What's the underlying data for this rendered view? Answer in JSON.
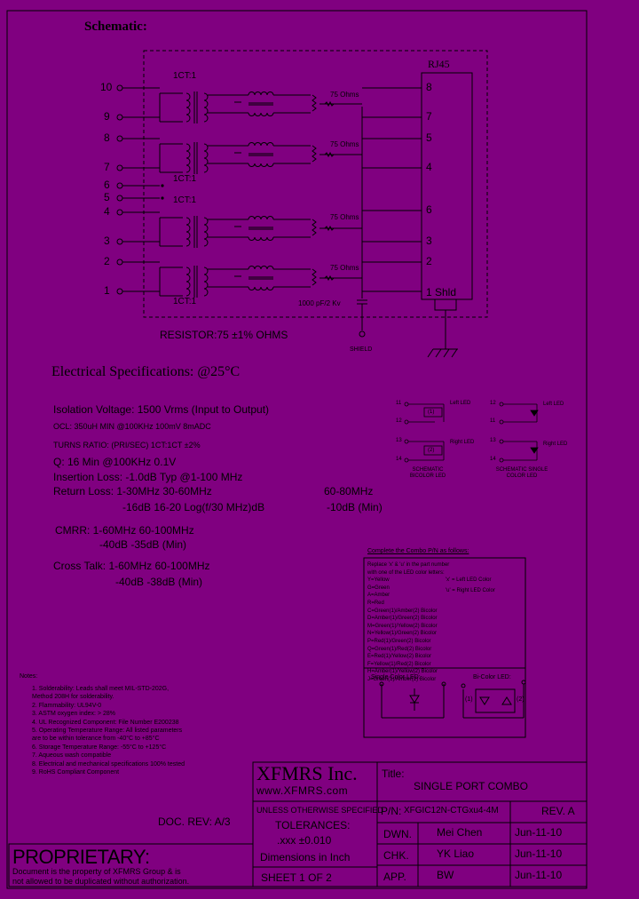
{
  "schematic": {
    "title": "Schematic:",
    "rj45_label": "RJ45",
    "transformer_ratio": "1CT:1",
    "resistor_label": "75 Ohms",
    "left_pins": [
      "10",
      "9",
      "8",
      "7",
      "6",
      "5",
      "4",
      "3",
      "2",
      "1"
    ],
    "right_pins": [
      "8",
      "7",
      "5",
      "4",
      "6",
      "3",
      "2"
    ],
    "pin_shield": "1 Shld",
    "capacitor_label": "1000 pF/2 Kv",
    "resistor_note": "RESISTOR:75 ±1% OHMS",
    "shield_label": "SHIELD"
  },
  "electrical": {
    "title": "Electrical Specifications: @25°C",
    "isolation": "Isolation Voltage:  1500 Vrms (Input to Output)",
    "ocl": "OCL: 350uH MIN @100KHz 100mV 8mADC",
    "turns": "TURNS RATIO: (PRI/SEC) 1CT:1CT ±2%",
    "q": "Q: 16 Min @100KHz 0.1V",
    "insertion": "Insertion Loss: -1.0dB Typ @1-100 MHz",
    "return_loss_1": "Return Loss: 1-30MHz   30-60MHz",
    "return_loss_1b": "60-80MHz",
    "return_loss_2": "-16dB     16-20 Log(f/30 MHz)dB",
    "return_loss_2b": "-10dB (Min)",
    "cmrr_1": "CMRR:  1-60MHz        60-100MHz",
    "cmrr_2": "-40dB           -35dB (Min)",
    "crosstalk_1": "Cross Talk: 1-60MHz      60-100MHz",
    "crosstalk_2": "-40dB            -38dB (Min)"
  },
  "led": {
    "bicolor_title": "SCHEMATIC BICOLOR LED",
    "single_title": "SCHEMATIC SINGLE COLOR LED",
    "pins_bi": [
      "11",
      "12",
      "13",
      "14"
    ],
    "pins_single": [
      "12",
      "11",
      "13",
      "14"
    ],
    "left_led": "Left LED",
    "right_led": "Right LED",
    "symbol_1": "(1)",
    "symbol_2": "(2)"
  },
  "combo": {
    "header": "Complete the Combo P/N as follows:",
    "lines": [
      "Replace 'x' & 'u' in the part number",
      "with one of the LED color letters:",
      "Y=Yellow",
      "G=Green",
      "A=Amber",
      "R=Red",
      "C=Green(1)/Amber(2) Bicolor",
      "D=Amber(1)/Green(2) Bicolor",
      "M=Green(1)/Yellow(2) Bicolor",
      "N=Yellow(1)/Green(2) Bicolor",
      "P=Red(1)/Green(2) Bicolor",
      "Q=Green(1)/Red(2) Bicolor",
      "E=Red(1)/Yellow(2) Bicolor",
      "F=Yellow(1)/Red(2) Bicolor",
      "H=Amber(1)/Yellow(2) Bicolor",
      "J=Green(1)/Amber(2) Bicolor"
    ],
    "x_note": "'x' = Left LED Color",
    "u_note": "'u' = Right LED Color",
    "single_label": "Single Color LED:",
    "bi_label": "Bi-Color LED:",
    "bi_1": "(1)",
    "bi_2": "(2)"
  },
  "notes": {
    "title": "Notes:",
    "items": [
      "1.  Solderability: Leads shall meet MIL-STD-202G,",
      "     Method 208H for solderability.",
      "2.  Flammability: UL94V-0",
      "3.  ASTM oxygen index: > 28%",
      "4.  UL Recognized Component: File Number E200238",
      "5.  Operating Temperature Range: All listed parameters",
      "     are to be within tolerance from -40°C to +85°C",
      "6.  Storage Temperature Range: -55°C to +125°C",
      "7.  Aqueous wash compatible",
      "8.  Electrical and mechanical specifications 100% tested",
      "9.  RoHS Compliant Component"
    ]
  },
  "title_block": {
    "doc_rev": "DOC. REV: A/3",
    "proprietary": "PROPRIETARY:",
    "prop_text_1": "Document is the property of XFMRS Group & is",
    "prop_text_2": "not allowed to be duplicated without authorization.",
    "company": "XFMRS Inc.",
    "website": "www.XFMRS.com",
    "title_label": "Title:",
    "title_value": "SINGLE PORT COMBO",
    "unless": "UNLESS OTHERWISE SPECIFIED",
    "tolerances": "TOLERANCES:",
    "tol_value": ".xxx ±0.010",
    "dimensions": "Dimensions in Inch",
    "sheet": "SHEET  1  OF  2",
    "pn_label": "P/N:",
    "pn_value": "XFGIC12N-CTGxu4-4M",
    "rev_label": "REV. A",
    "dwn": "DWN.",
    "dwn_name": "Mei Chen",
    "dwn_date": "Jun-11-10",
    "chk": "CHK.",
    "chk_name": "YK Liao",
    "chk_date": "Jun-11-10",
    "app": "APP.",
    "app_name": "BW",
    "app_date": "Jun-11-10"
  }
}
